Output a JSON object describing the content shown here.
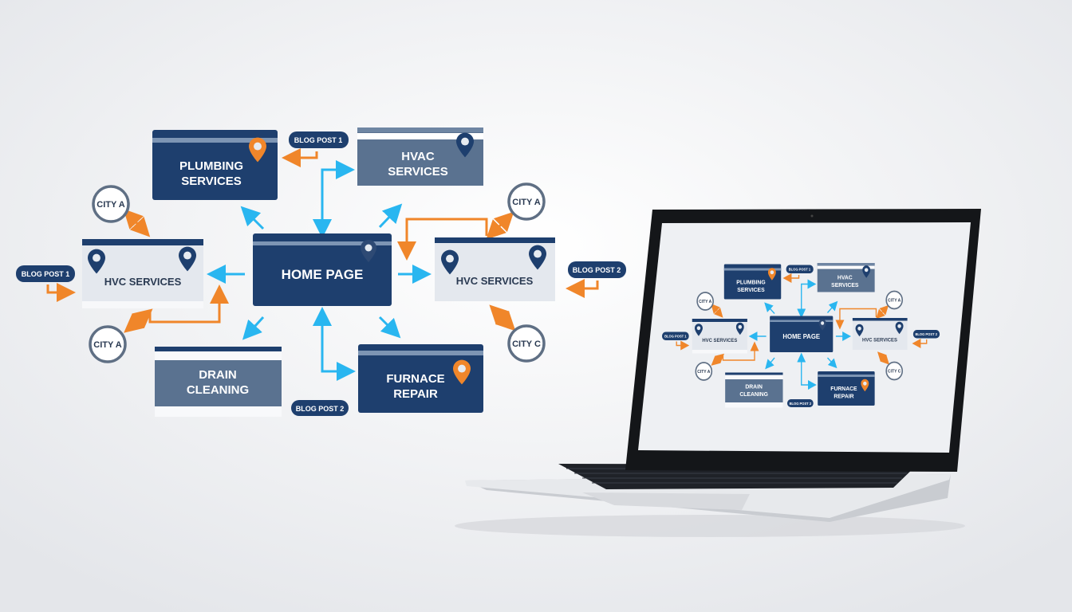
{
  "colors": {
    "navy": "#1e3f6e",
    "slate": "#5a7290",
    "light": "#e4e8ee",
    "cyan": "#29b6f0",
    "orange": "#f0862a"
  },
  "nodes": {
    "plumbing": [
      "PLUMBING",
      "SERVICES"
    ],
    "hvac": [
      "HVAC",
      "SERVICES"
    ],
    "hvc_left": "HVC SERVICES",
    "home": "HOME PAGE",
    "hvc_right": "HVC SERVICES",
    "drain": [
      "DRAIN",
      "CLEANING"
    ],
    "furnace": [
      "FURNACE",
      "REPAIR"
    ]
  },
  "tags": {
    "blog_post_1_top": "BLOG POST 1",
    "blog_post_1_left": "BLOG POST 1",
    "blog_post_2_right": "BLOG POST 2",
    "blog_post_2_bottom": "BLOG POST 2",
    "city_a_left_top": "CITY A",
    "city_a_left_bottom": "CITY A",
    "city_a_right": "CITY A",
    "city_c": "CITY C"
  },
  "icons": [
    "map-pin-icon",
    "arrow-icon",
    "laptop-icon"
  ]
}
